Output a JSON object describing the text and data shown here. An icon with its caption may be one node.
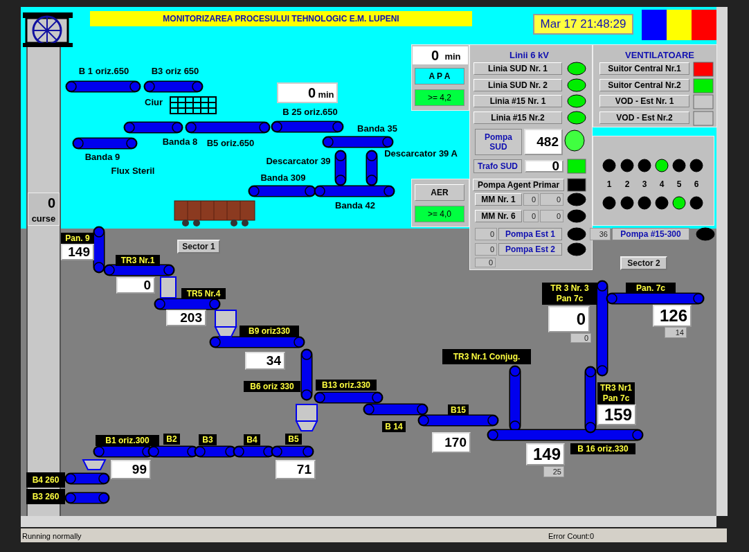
{
  "diagram": {
    "title": "MONITORIZAREA PROCESULUI TEHNOLOGIC E.M. LUPENI",
    "labels": [
      "Mar 17 21:48:29",
      "B 1 oriz.650",
      "B3 oriz 650",
      "Ciur",
      "0",
      "min",
      "B 25 oriz.650",
      "Banda 35",
      "Banda 8",
      "B5 oriz.650",
      "Banda 9",
      "Descarcator 39 A",
      "Descarcator 39",
      "Flux Steril",
      "Banda 309",
      "Banda 42",
      "0",
      "curse",
      "0",
      "min",
      "A P A",
      ">= 4,2",
      "AER",
      ">= 4,0",
      "Linii 6 kV",
      "Linia SUD Nr. 1",
      "Linia SUD Nr. 2",
      "Linia #15 Nr. 1",
      "Linia #15 Nr.2",
      "Pompa SUD",
      "482",
      "Trafo SUD",
      "0",
      "Pompa Agent Primar",
      "MM Nr. 1",
      "0",
      "0",
      "MM Nr. 6",
      "0",
      "0",
      "0",
      "Pompa Est 1",
      "0",
      "Pompa Est 2",
      "0",
      "VENTILATOARE",
      "Suitor Central Nr.1",
      "Suitor Central Nr.2",
      "VOD - Est Nr. 1",
      "VOD - Est Nr.2",
      "1",
      "2",
      "3",
      "4",
      "5",
      "6",
      "36",
      "Pompa #15-300",
      "Sector 2",
      "Sector 1",
      "Pan. 9",
      "149",
      "TR3 Nr.1",
      "0",
      "TR5 Nr.4",
      "203",
      "B9 oriz330",
      "34",
      "B6 oriz 330",
      "B13 oriz.330",
      "TR3 Nr.1 Conjug.",
      "TR 3 Nr. 3 Pan 7c",
      "Pan. 7c",
      "0",
      "0",
      "126",
      "14",
      "TR3 Nr1 Pan 7c",
      "159",
      "B 14",
      "B15",
      "170",
      "149",
      "B 16 oriz.330",
      "25",
      "B1 oriz.300",
      "B2",
      "B3",
      "B4",
      "B5",
      "99",
      "71",
      "B4 260",
      "B3 260",
      "Running normally",
      "Error Count:0"
    ]
  }
}
